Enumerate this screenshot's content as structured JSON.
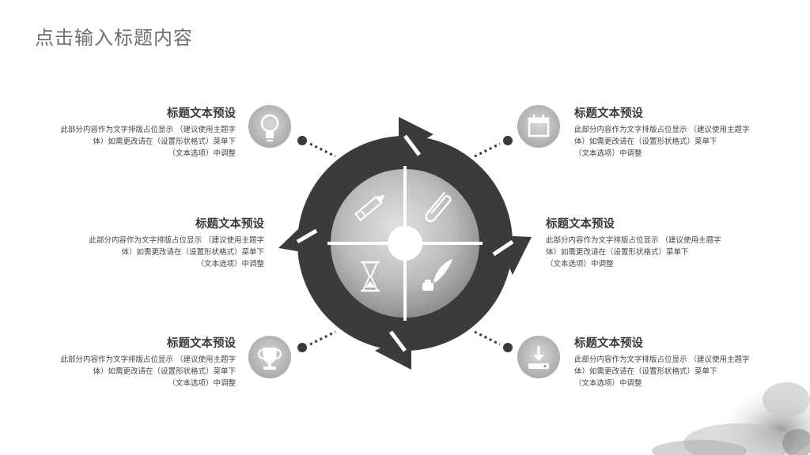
{
  "slide": {
    "title": "点击输入标题内容"
  },
  "blocks": [
    {
      "id": "top-left",
      "heading": "标题文本预设",
      "body_lines": [
        "此部分内容作为文字排版占位显示 （建议使用主题字",
        "体）如需更改请在（设置形状格式）菜单下",
        "（文本选项）中调整"
      ],
      "icon": "lightbulb-icon"
    },
    {
      "id": "mid-left",
      "heading": "标题文本预设",
      "body_lines": [
        "此部分内容作为文字排版占位显示 （建议使用主题字",
        "体）如需更改请在（设置形状格式）菜单下",
        "（文本选项）中调整"
      ]
    },
    {
      "id": "bottom-left",
      "heading": "标题文本预设",
      "body_lines": [
        "此部分内容作为文字排版占位显示 （建议使用主题字",
        "体）如需更改请在（设置形状格式）菜单下",
        "（文本选项）中调整"
      ],
      "icon": "trophy-icon"
    },
    {
      "id": "top-right",
      "heading": "标题文本预设",
      "body_lines": [
        "此部分内容作为文字排版占位显示 （建议使用主题字",
        "体）如需更改请在（设置形状格式）菜单下",
        "（文本选项）中调整"
      ],
      "icon": "calendar-icon"
    },
    {
      "id": "mid-right",
      "heading": "标题文本预设",
      "body_lines": [
        "此部分内容作为文字排版占位显示 （建议使用主题字",
        "体）如需更改请在（设置形状格式）菜单下",
        "（文本选项）中调整"
      ]
    },
    {
      "id": "bottom-right",
      "heading": "标题文本预设",
      "body_lines": [
        "此部分内容作为文字排版占位显示 （建议使用主题字",
        "体）如需更改请在（设置形状格式）菜单下",
        "（文本选项）中调整"
      ],
      "icon": "download-tray-icon"
    }
  ],
  "diagram": {
    "center_icons": [
      "pencil-icon",
      "paperclip-icon",
      "hourglass-icon",
      "quill-ink-icon"
    ]
  },
  "colors": {
    "ring": "#3b3b3b",
    "title": "#6e6e6e",
    "body_text": "#444444",
    "wash_light": "#d6d6d6",
    "wash_dark": "#8a8a8a"
  }
}
